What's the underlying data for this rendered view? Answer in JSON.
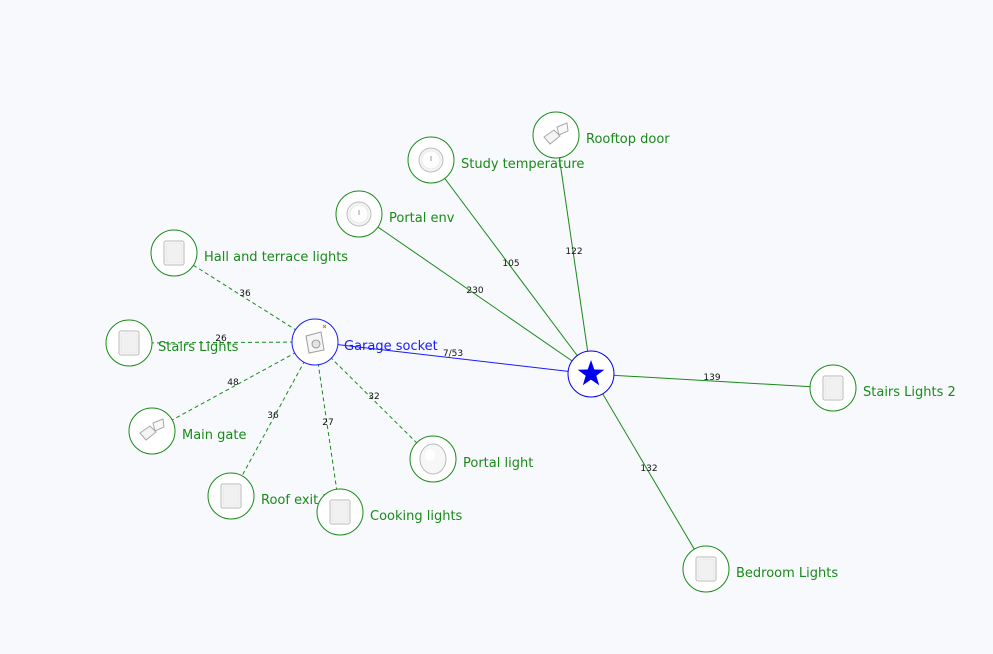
{
  "colors": {
    "background": "#f7f9fc",
    "end_device": "#1a8a1a",
    "router": "#1a1aff",
    "coordinator": "#0000ee",
    "label_text": "#111111"
  },
  "coordinator": {
    "name": "coordinator",
    "icon": "star-icon"
  },
  "devices": [
    {
      "id": "garage",
      "name": "Garage socket",
      "role": "router",
      "icon": "smart-plug-icon"
    },
    {
      "id": "rooftop",
      "name": "Rooftop door",
      "role": "end_device",
      "icon": "door-sensor-icon"
    },
    {
      "id": "study",
      "name": "Study temperature",
      "role": "end_device",
      "icon": "temperature-sensor-icon"
    },
    {
      "id": "portalenv",
      "name": "Portal env",
      "role": "end_device",
      "icon": "temperature-sensor-icon"
    },
    {
      "id": "hall",
      "name": "Hall and terrace lights",
      "role": "end_device",
      "icon": "wall-switch-icon"
    },
    {
      "id": "stairs",
      "name": "Stairs Lights",
      "role": "end_device",
      "icon": "wall-switch-icon"
    },
    {
      "id": "maingate",
      "name": "Main gate",
      "role": "end_device",
      "icon": "door-sensor-icon"
    },
    {
      "id": "roofexit",
      "name": "Roof exit lights",
      "role": "end_device",
      "icon": "wall-switch-icon"
    },
    {
      "id": "cooking",
      "name": "Cooking lights",
      "role": "end_device",
      "icon": "wall-switch-icon"
    },
    {
      "id": "portallight",
      "name": "Portal light",
      "role": "end_device",
      "icon": "button-egg-icon"
    },
    {
      "id": "stairs2",
      "name": "Stairs Lights 2",
      "role": "end_device",
      "icon": "wall-switch-icon"
    },
    {
      "id": "bedroom",
      "name": "Bedroom Lights",
      "role": "end_device",
      "icon": "wall-switch-icon"
    }
  ],
  "links": [
    {
      "from": "coordinator",
      "to": "garage",
      "lqi": "7/53",
      "style": "solid",
      "kind": "router"
    },
    {
      "from": "coordinator",
      "to": "rooftop",
      "lqi": "122",
      "style": "solid",
      "kind": "end_device"
    },
    {
      "from": "coordinator",
      "to": "study",
      "lqi": "105",
      "style": "solid",
      "kind": "end_device"
    },
    {
      "from": "coordinator",
      "to": "portalenv",
      "lqi": "230",
      "style": "solid",
      "kind": "end_device"
    },
    {
      "from": "coordinator",
      "to": "stairs2",
      "lqi": "139",
      "style": "solid",
      "kind": "end_device"
    },
    {
      "from": "coordinator",
      "to": "bedroom",
      "lqi": "132",
      "style": "solid",
      "kind": "end_device"
    },
    {
      "from": "garage",
      "to": "hall",
      "lqi": "36",
      "style": "dashed",
      "kind": "end_device"
    },
    {
      "from": "garage",
      "to": "stairs",
      "lqi": "26",
      "style": "dashed",
      "kind": "end_device"
    },
    {
      "from": "garage",
      "to": "maingate",
      "lqi": "48",
      "style": "dashed",
      "kind": "end_device"
    },
    {
      "from": "garage",
      "to": "roofexit",
      "lqi": "36",
      "style": "dashed",
      "kind": "end_device"
    },
    {
      "from": "garage",
      "to": "cooking",
      "lqi": "27",
      "style": "dashed",
      "kind": "end_device"
    },
    {
      "from": "garage",
      "to": "portallight",
      "lqi": "32",
      "style": "dashed",
      "kind": "end_device"
    }
  ]
}
